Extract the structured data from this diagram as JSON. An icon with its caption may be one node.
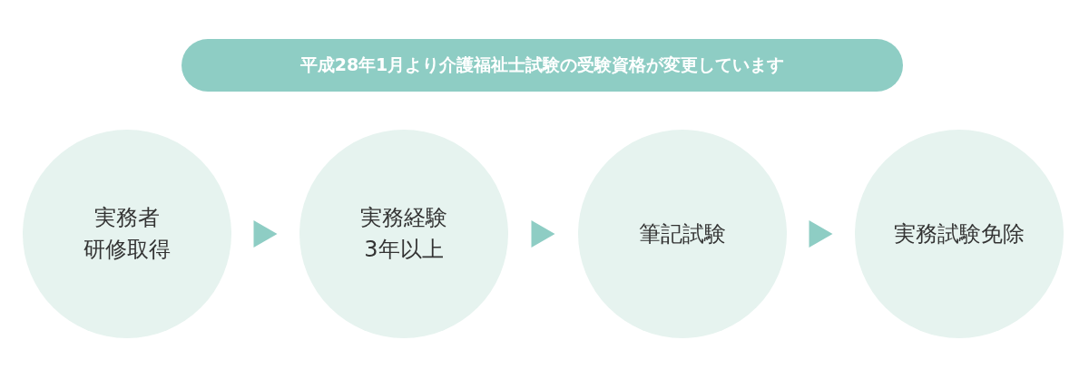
{
  "diagram": {
    "title": "平成28年1月より介護福祉士試験の受験資格が変更しています",
    "nodes": [
      {
        "text": [
          "実務者研修取得"
        ]
      },
      {
        "text": [
          "実務経験3年以上"
        ]
      },
      {
        "text": [
          "筆記試験"
        ]
      },
      {
        "text": [
          "実務試験免除"
        ]
      }
    ],
    "edges": [
      {
        "from": 0,
        "to": 1,
        "arrow": "to"
      },
      {
        "from": 1,
        "to": 2,
        "arrow": "to"
      },
      {
        "from": 2,
        "to": 3,
        "arrow": "to"
      }
    ]
  }
}
